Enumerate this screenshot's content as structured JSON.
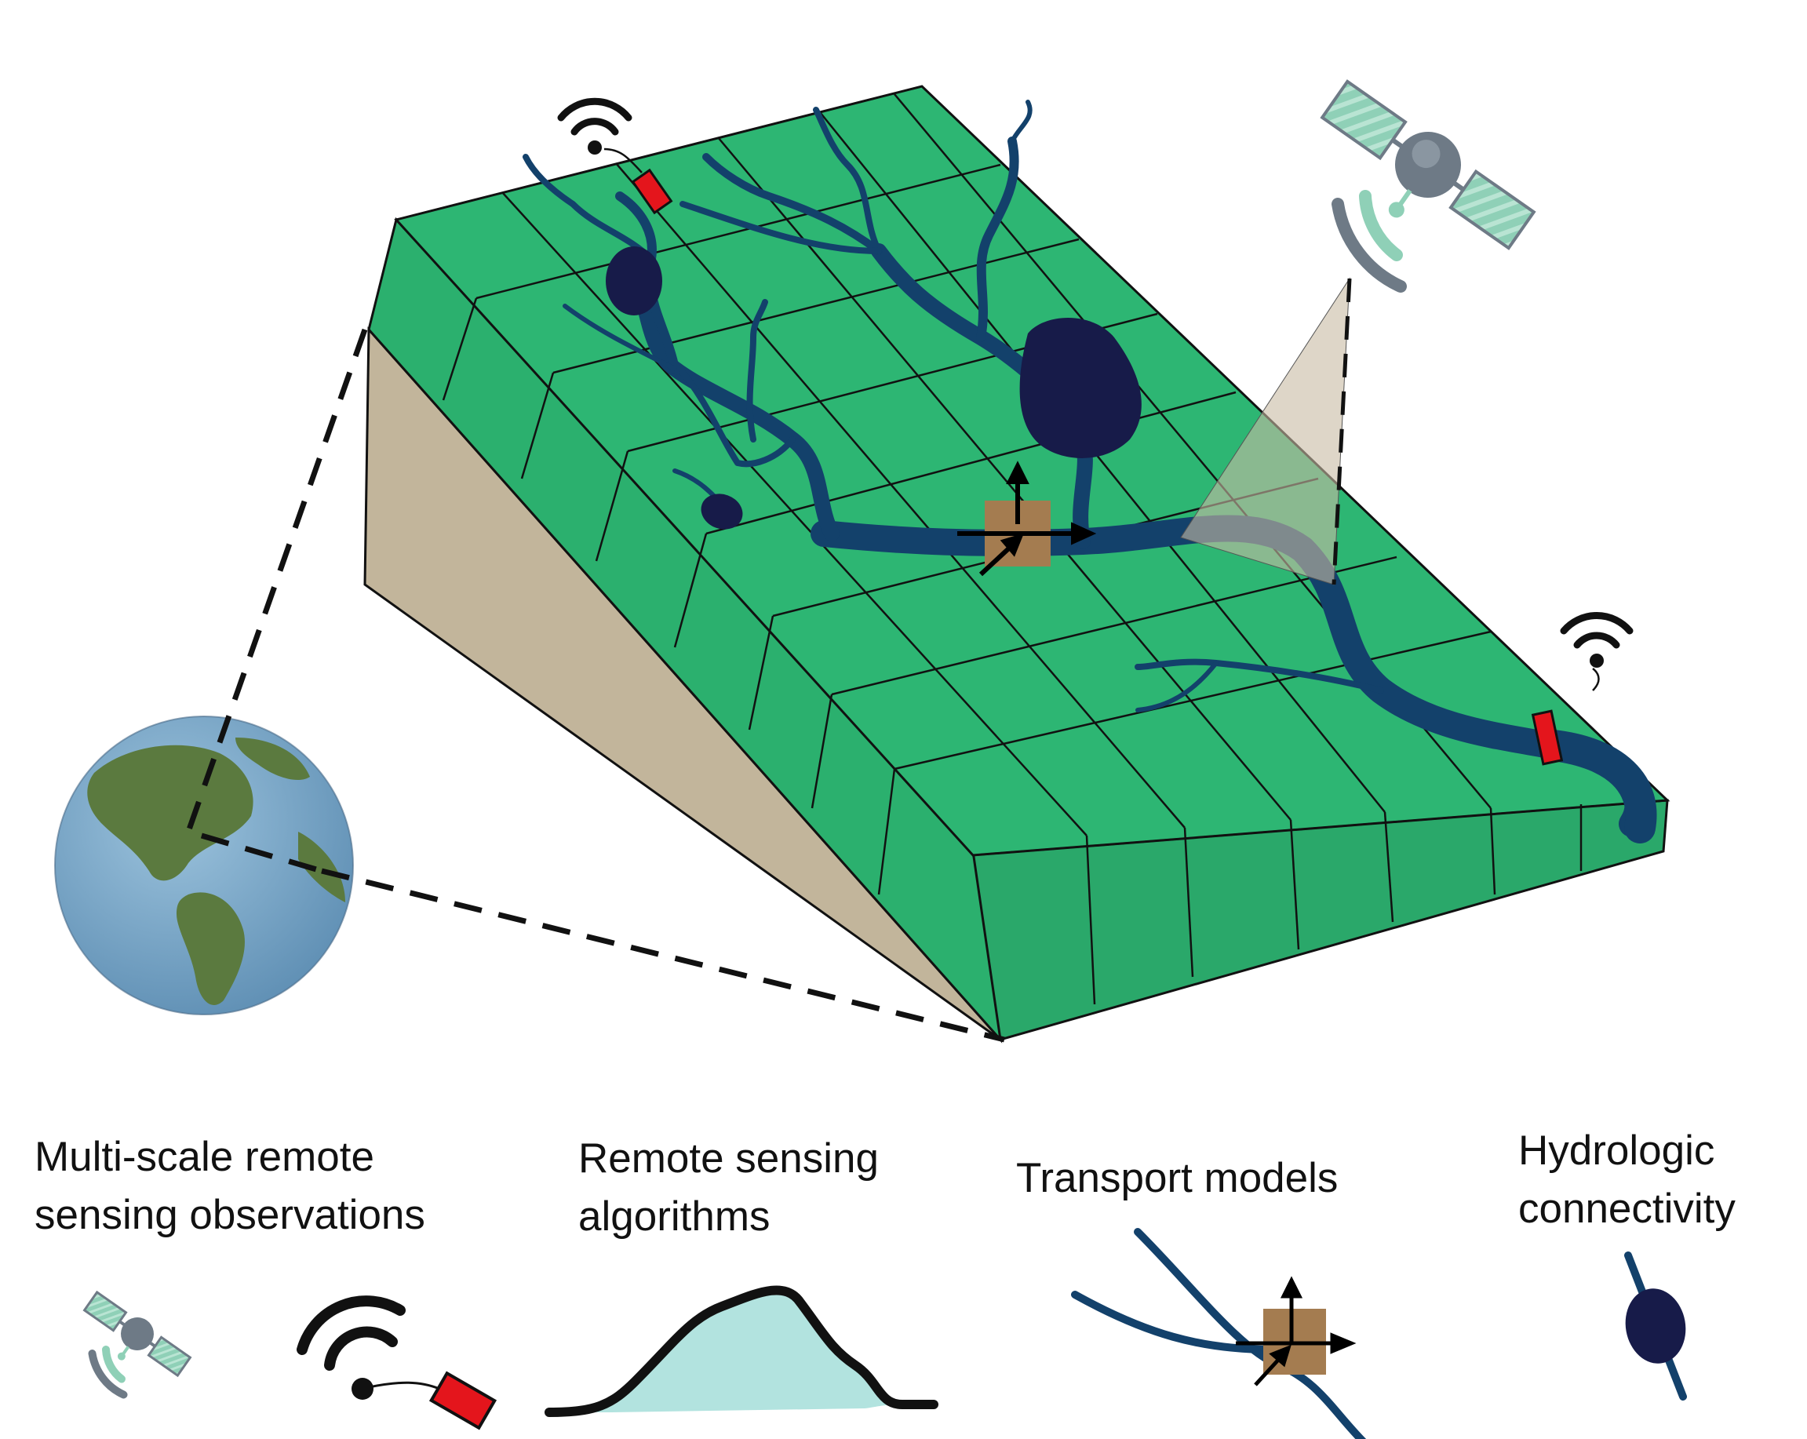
{
  "labels": {
    "observations": {
      "line1": "Multi-scale remote",
      "line2": "sensing observations"
    },
    "algorithms": {
      "line1": "Remote sensing",
      "line2": "algorithms"
    },
    "transport": {
      "line1": "Transport models"
    },
    "connectivity": {
      "line1": "Hydrologic",
      "line2": "connectivity"
    }
  },
  "icons": {
    "satellite": "satellite-icon",
    "ground_sensor": "ground-sensor-icon",
    "globe": "earth-globe-icon",
    "algorithm_curve": "spectral-curve-icon",
    "transport_cell": "transport-cell-icon",
    "water_body": "water-body-icon"
  },
  "colors": {
    "grid_green": "#2db673",
    "grid_side": "#2aa86a",
    "river": "#13416b",
    "lake": "#171b49",
    "slope": "#c2b59b",
    "sensor_red": "#e4151c",
    "transport_cell": "#a47c50",
    "satellite_body": "#6e7a86",
    "satellite_panel": "#8fd0b7",
    "algorithm_fill": "#b2e3df"
  }
}
